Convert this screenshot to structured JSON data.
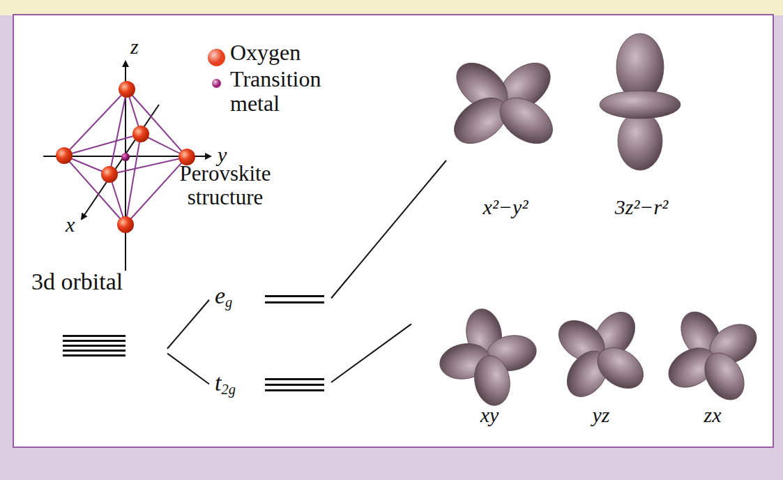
{
  "diagram": {
    "nodes": [
      {
        "text": [
          "3d orbital"
        ]
      },
      {
        "text": [
          "eg"
        ]
      },
      {
        "text": [
          "t2g"
        ]
      },
      {
        "text": [
          "x²−y²",
          "3z²−r²"
        ]
      },
      {
        "text": [
          "xy",
          "yz",
          "zx"
        ]
      }
    ],
    "edges": [
      {
        "from": 0,
        "to": 1,
        "arrow": "none"
      },
      {
        "from": 0,
        "to": 2,
        "arrow": "none"
      },
      {
        "from": 1,
        "to": 3,
        "arrow": "none"
      },
      {
        "from": 2,
        "to": 4,
        "arrow": "none"
      }
    ],
    "labels": [
      "z",
      "y",
      "x",
      "Perovskite structure"
    ],
    "legend": [
      {
        "text": "Oxygen",
        "color": "#e8401c"
      },
      {
        "text": "Transition metal",
        "color": "#a0207a"
      }
    ]
  }
}
